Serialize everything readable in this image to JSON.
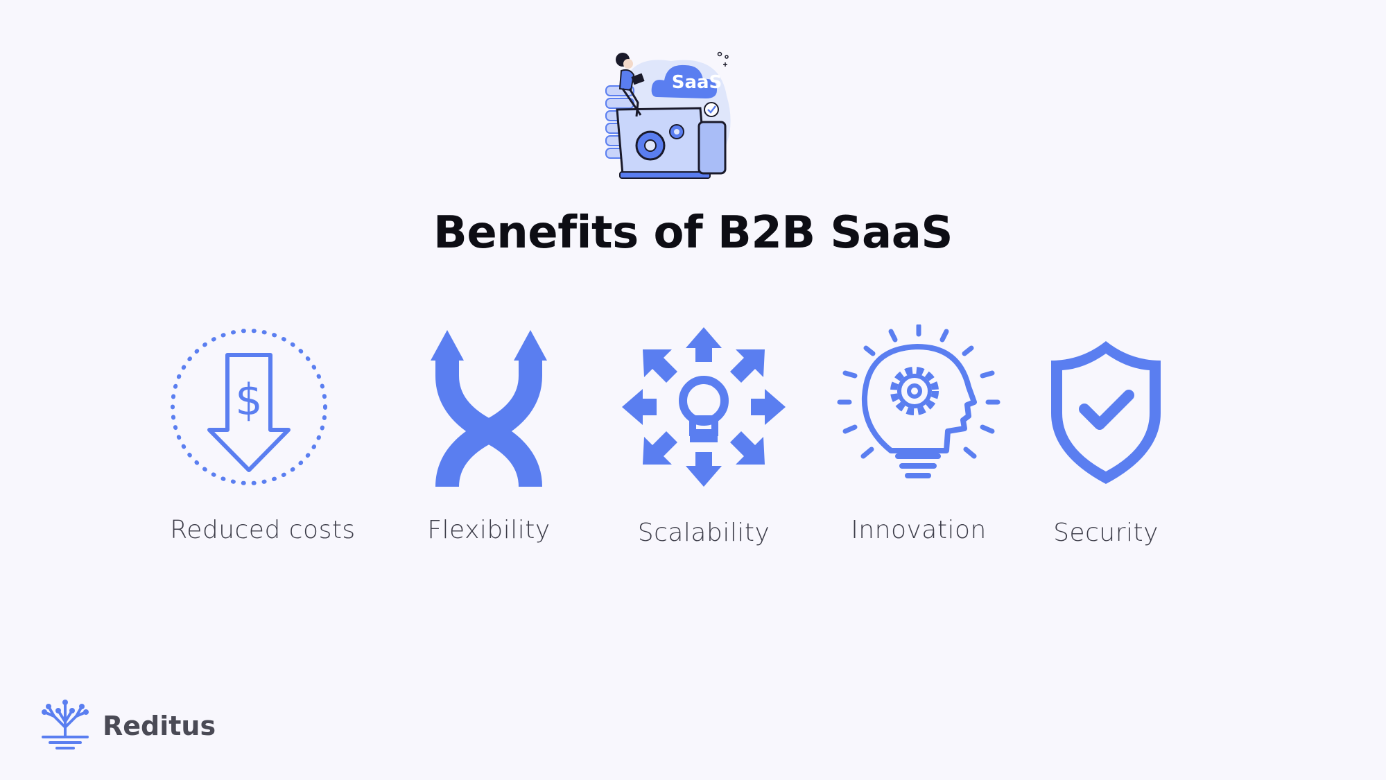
{
  "colors": {
    "accent": "#5a7ef0",
    "background": "#f8f7fd",
    "title": "#0d0d14",
    "label": "#3c3c48"
  },
  "hero": {
    "badge": "SaaS",
    "icon": "saas-cloud-illustration"
  },
  "title": "Benefits of B2B SaaS",
  "benefits": [
    {
      "label": "Reduced costs",
      "icon": "dollar-down-arrow-icon"
    },
    {
      "label": "Flexibility",
      "icon": "crossing-arrows-icon"
    },
    {
      "label": "Scalability",
      "icon": "lightbulb-arrows-icon"
    },
    {
      "label": "Innovation",
      "icon": "head-gear-icon"
    },
    {
      "label": "Security",
      "icon": "shield-check-icon"
    }
  ],
  "brand": {
    "name": "Reditus",
    "icon": "tree-logo-icon"
  }
}
